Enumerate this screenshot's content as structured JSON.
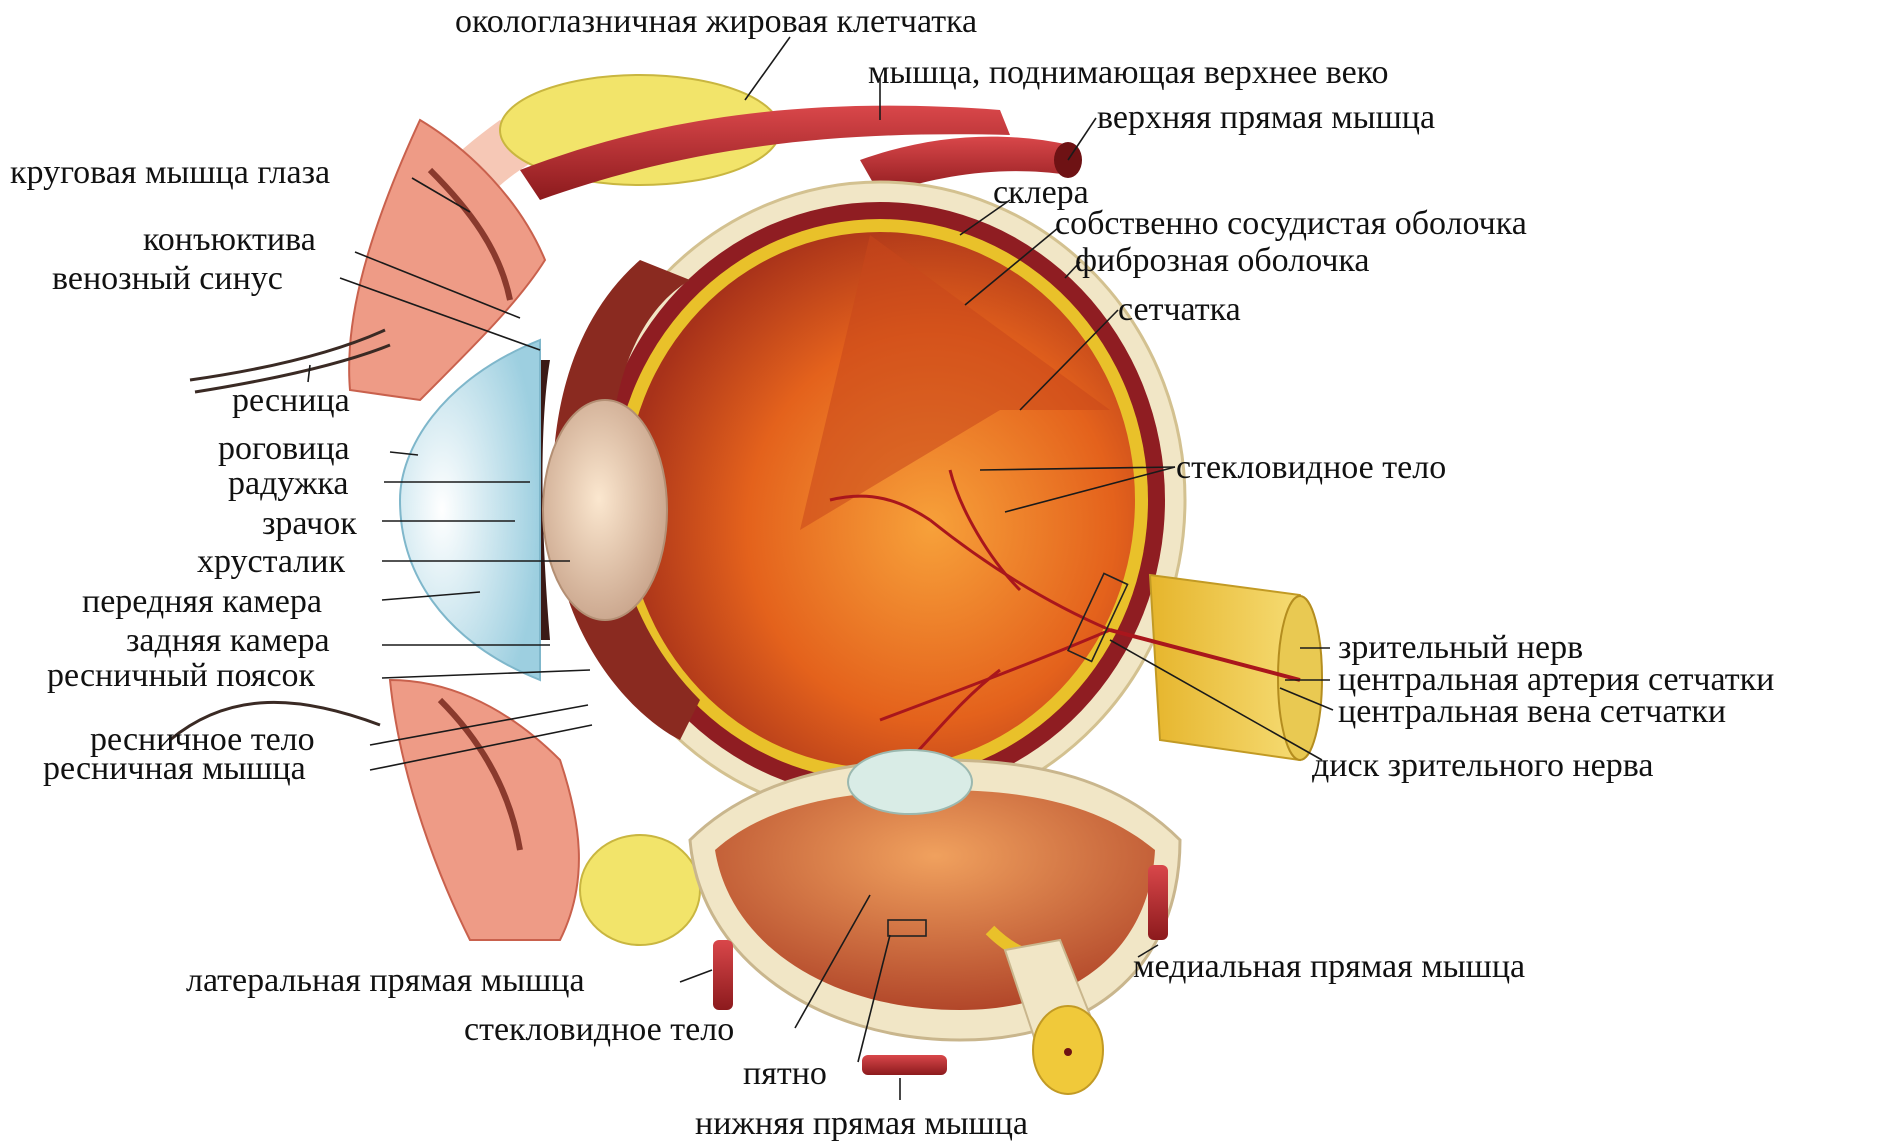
{
  "labels": {
    "orbital_fat": "окологлазничная жировая клетчатка",
    "levator_palpebrae": "мышца, поднимающая верхнее веко",
    "superior_rectus": "верхняя прямая мышца",
    "orbicularis_oculi": "круговая мышца глаза",
    "sclera": "склера",
    "choroid": "собственно сосудистая оболочка",
    "conjunctiva": "конъюктива",
    "fibrous_tunic": "фиброзная оболочка",
    "venous_sinus": "венозный синус",
    "retina": "сетчатка",
    "eyelash": "ресница",
    "cornea": "роговица",
    "vitreous_body_main": "стекловидное тело",
    "iris": "радужка",
    "pupil": "зрачок",
    "lens": "хрусталик",
    "anterior_chamber": "передняя камера",
    "posterior_chamber": "задняя камера",
    "optic_nerve": "зрительный нерв",
    "zonule": "ресничный поясок",
    "central_retinal_artery": "центральная артерия сетчатки",
    "central_retinal_vein": "центральная вена сетчатки",
    "ciliary_body": "ресничное тело",
    "ciliary_muscle": "ресничная мышца",
    "optic_disc": "диск зрительного нерва",
    "medial_rectus": "медиальная прямая мышца",
    "lateral_rectus": "латеральная прямая мышца",
    "vitreous_body_inset": "стекловидное тело",
    "macula": "пятно",
    "inferior_rectus": "нижняя прямая мышца"
  },
  "colors": {
    "sclera": "#f1e6c6",
    "fat": "#f2e46a",
    "muscle": "#b7272a",
    "vitreous": "#e4621c",
    "choroid": "#8f1d22",
    "retina": "#e9c12a",
    "cornea": "#bfe3ef",
    "skin": "#ee9b86",
    "nerve": "#f0c93a"
  }
}
